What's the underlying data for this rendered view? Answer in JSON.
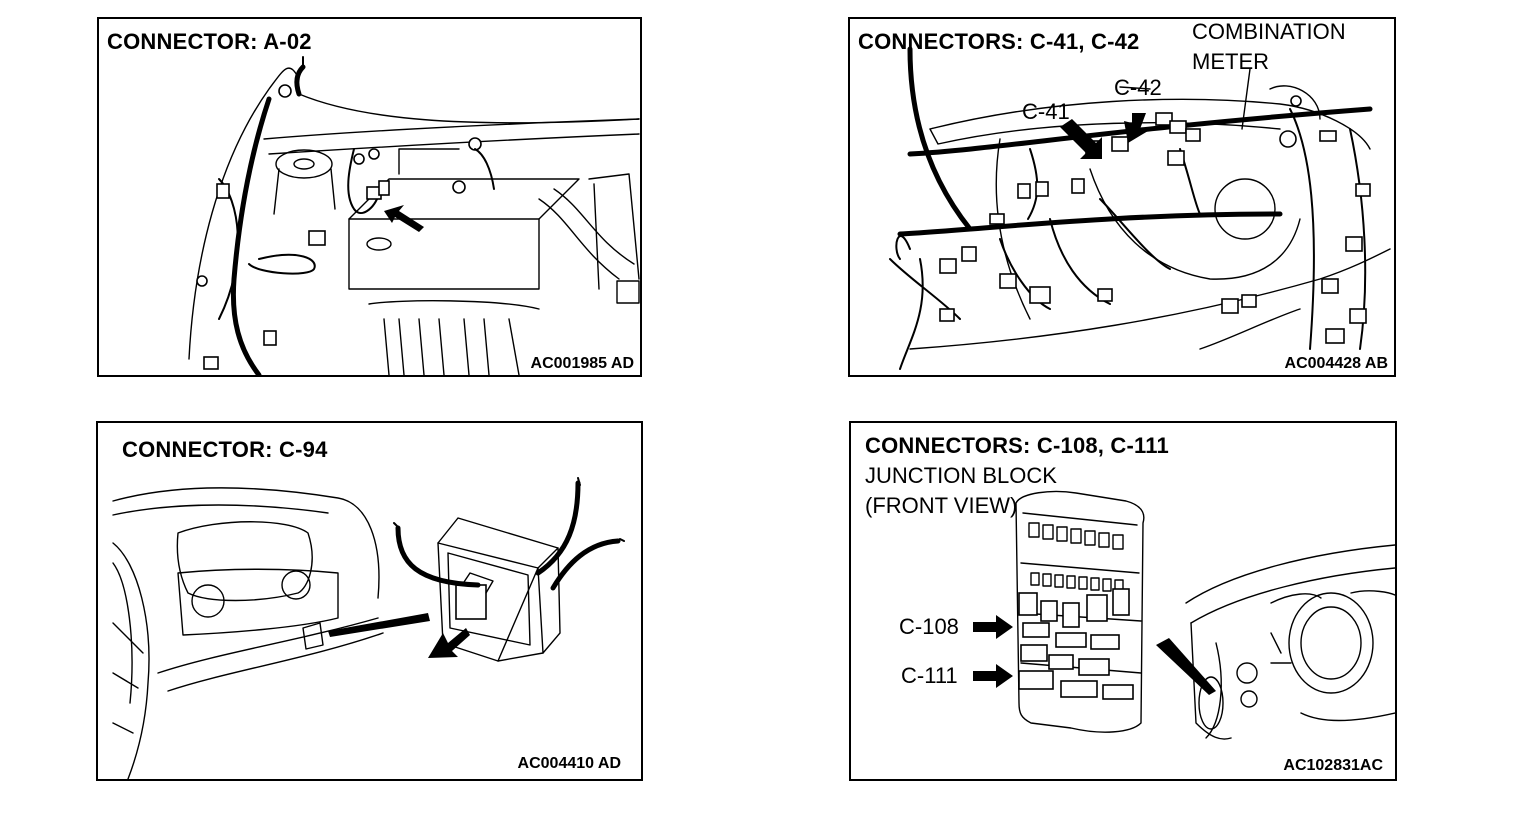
{
  "panels": [
    {
      "title": "CONNECTOR: A-02",
      "code": "AC001985 AD",
      "labels": []
    },
    {
      "title": "CONNECTORS: C-41, C-42",
      "code": "AC004428 AB",
      "labels": [
        "COMBINATION",
        "METER",
        "C-42",
        "C-41"
      ]
    },
    {
      "title": "CONNECTOR: C-94",
      "code": "AC004410 AD",
      "labels": []
    },
    {
      "title": "CONNECTORS: C-108, C-111",
      "code": "AC102831AC",
      "labels": [
        "JUNCTION BLOCK",
        "(FRONT VIEW)",
        "C-108",
        "C-111"
      ]
    }
  ]
}
